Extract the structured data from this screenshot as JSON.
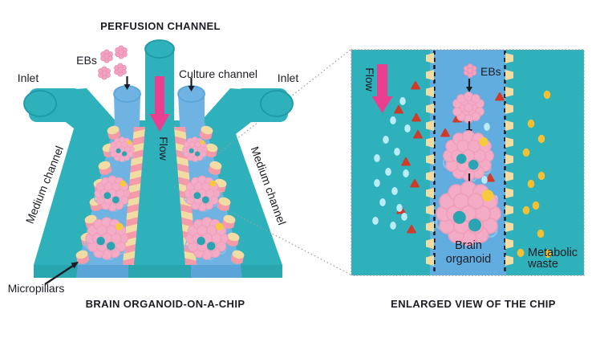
{
  "palette": {
    "bg": "#ffffff",
    "teal": "#2eb1ba",
    "teal_dark": "#1d9aa4",
    "chip_front": "#2aa6af",
    "channel_blue": "#6fb3e2",
    "channel_blue_dark": "#5aa4d8",
    "enlarged_blue": "#61ade0",
    "pillar_cream": "#f1dda4",
    "pillar_pink": "#f59aa9",
    "organoid_pink": "#f4abc5",
    "organoid_edge": "#ee9dba",
    "eb_pink": "#f2a3bf",
    "eb_edge": "#e98fb0",
    "nucleus_teal": "#2aa4b2",
    "vesicle_yellow": "#f7ca3e",
    "flow_pink": "#ea3f90",
    "triangle_red": "#d03a28",
    "oval_blue": "#baecf7",
    "waste_yellow": "#f3c033",
    "bubble_blue": "#8cc0e8",
    "text": "#1c1c24",
    "dotted_gray": "#9b9b9b"
  },
  "left_panel": {
    "title": "PERFUSION CHANNEL",
    "caption": "BRAIN ORGANOID-ON-A-CHIP",
    "labels": {
      "inlet_left": "Inlet",
      "inlet_right": "Inlet",
      "ebs": "EBs",
      "culture_channel": "Culture channel",
      "flow": "Flow",
      "medium_channel_left": "Medium channel",
      "medium_channel_right": "Medium channel",
      "micropillars": "Micropillars"
    }
  },
  "right_panel": {
    "caption": "ENLARGED VIEW OF THE CHIP",
    "labels": {
      "flow": "Flow",
      "ebs": "EBs",
      "brain_organoid": [
        "Brain",
        "organoid"
      ],
      "metabolic_waste": [
        "Metabolic",
        "waste"
      ]
    }
  }
}
